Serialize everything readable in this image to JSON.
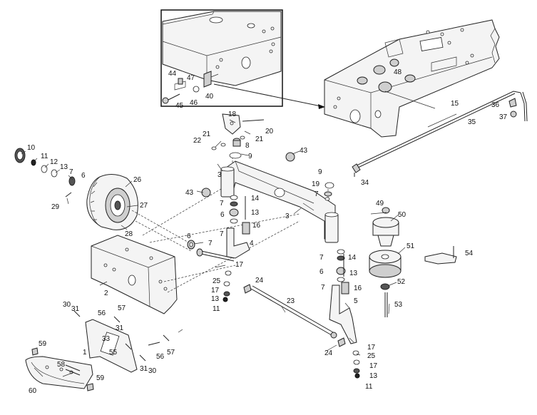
{
  "diagram": {
    "callouts": {
      "c1": "1",
      "c2": "2",
      "c3a": "3",
      "c3b": "3",
      "c4": "4",
      "c5": "5",
      "c6a": "6",
      "c6b": "6",
      "c6c": "6",
      "c6d": "6",
      "c7a": "7",
      "c7b": "7",
      "c7c": "7",
      "c7d": "7",
      "c7e": "7",
      "c7f": "7",
      "c8": "8",
      "c9a": "9",
      "c9b": "9",
      "c10": "10",
      "c11a": "11",
      "c11b": "11",
      "c11c": "11",
      "c12": "12",
      "c13a": "13",
      "c13b": "13",
      "c13c": "13",
      "c13d": "13",
      "c14a": "14",
      "c14b": "14",
      "c15": "15",
      "c16a": "16",
      "c16b": "16",
      "c17a": "17",
      "c17b": "17",
      "c17c": "17",
      "c17d": "17",
      "c18": "18",
      "c19": "19",
      "c20": "20",
      "c21a": "21",
      "c21b": "21",
      "c22": "22",
      "c23": "23",
      "c24a": "24",
      "c24b": "24",
      "c25a": "25",
      "c25b": "25",
      "c26": "26",
      "c27": "27",
      "c28": "28",
      "c29": "29",
      "c30a": "30",
      "c30b": "30",
      "c31a": "31",
      "c31b": "31",
      "c31c": "31",
      "c33": "33",
      "c34": "34",
      "c35": "35",
      "c36": "36",
      "c37": "37",
      "c40": "40",
      "c43a": "43",
      "c43b": "43",
      "c44": "44",
      "c45": "45",
      "c46": "46",
      "c47": "47",
      "c48": "48",
      "c49": "49",
      "c50": "50",
      "c51": "51",
      "c52": "52",
      "c53": "53",
      "c54": "54",
      "c55": "55",
      "c56a": "56",
      "c56b": "56",
      "c57a": "57",
      "c57b": "57",
      "c58": "58",
      "c59a": "59",
      "c59b": "59",
      "c60": "60"
    }
  }
}
